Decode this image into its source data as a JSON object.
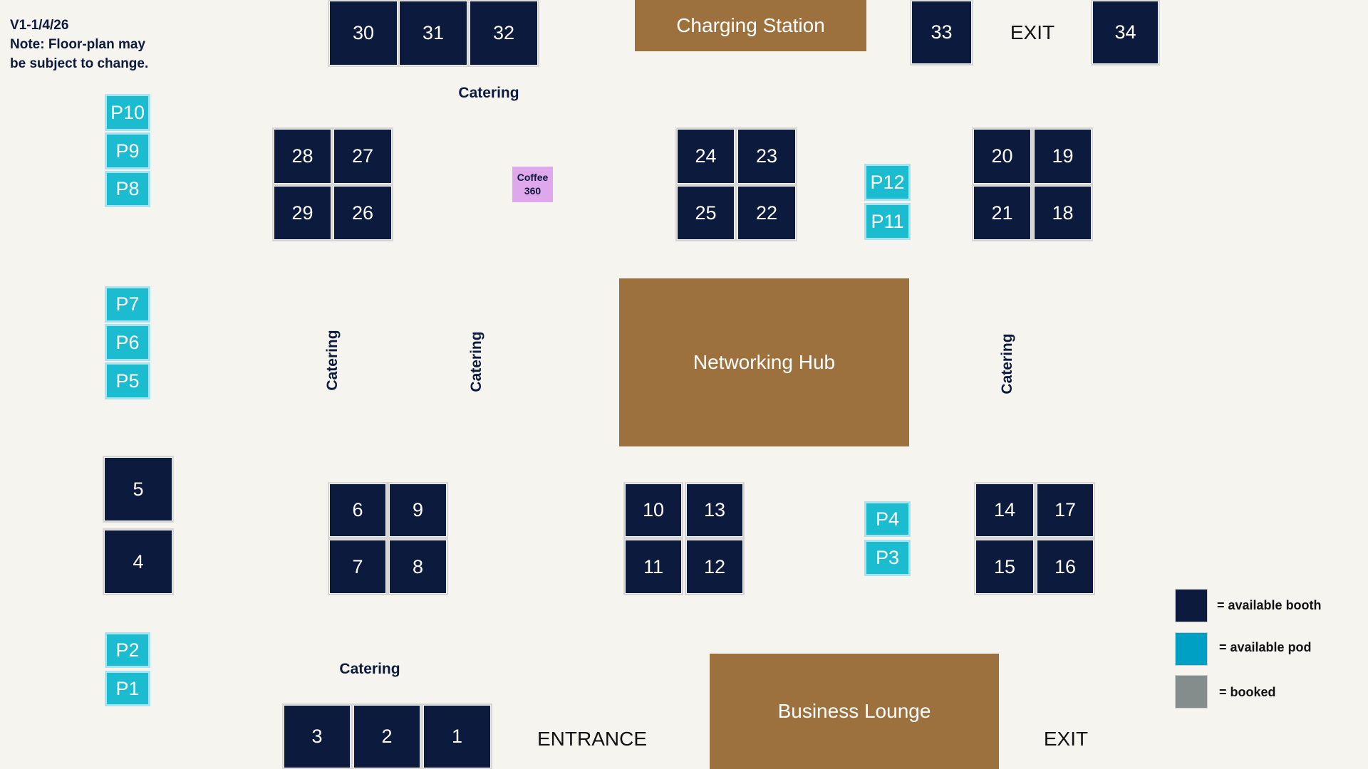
{
  "header": {
    "version": "V1-1/4/26",
    "note_line1": "Note: Floor-plan may",
    "note_line2": "be subject to change."
  },
  "booths": [
    "1",
    "2",
    "3",
    "4",
    "5",
    "6",
    "7",
    "8",
    "9",
    "10",
    "11",
    "12",
    "13",
    "14",
    "15",
    "16",
    "17",
    "18",
    "19",
    "20",
    "21",
    "22",
    "23",
    "24",
    "25",
    "26",
    "27",
    "28",
    "29",
    "30",
    "31",
    "32",
    "33",
    "34"
  ],
  "pods": [
    "P1",
    "P2",
    "P3",
    "P4",
    "P5",
    "P6",
    "P7",
    "P8",
    "P9",
    "P10",
    "P11",
    "P12"
  ],
  "zones": {
    "charging": "Charging Station",
    "networking": "Networking Hub",
    "lounge": "Business Lounge"
  },
  "coffee": {
    "line1": "Coffee",
    "line2": "360"
  },
  "labels": {
    "catering": "Catering",
    "exit": "EXIT",
    "entrance": "ENTRANCE"
  },
  "legend": [
    {
      "label": "= available booth",
      "color": "#0c1a3d"
    },
    {
      "label": "= available pod",
      "color": "#00a0c4"
    },
    {
      "label": "= booked",
      "color": "#858c8c"
    }
  ],
  "colors": {
    "booth": "#0c1a3d",
    "pod": "#1bbcd0",
    "zone": "#9d713d",
    "background": "#f6f4ef"
  }
}
